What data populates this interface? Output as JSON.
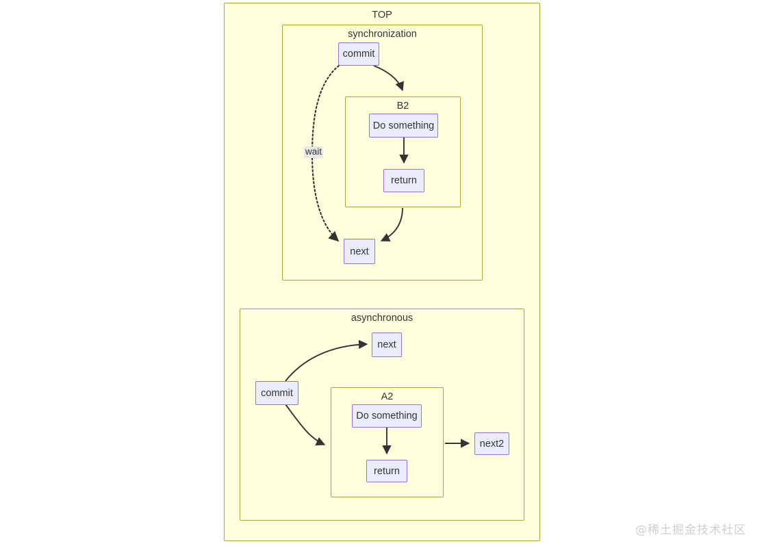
{
  "diagram": {
    "type": "flowchart",
    "background": "#ffffff",
    "cluster_fill": "#ffffde",
    "cluster_stroke": "#aaaa33",
    "node_fill": "#ececff",
    "node_stroke": "#9370db",
    "edge_stroke": "#333333",
    "clusters": [
      {
        "id": "top",
        "label": "TOP"
      },
      {
        "id": "synchronization",
        "label": "synchronization"
      },
      {
        "id": "b2",
        "label": "B2"
      },
      {
        "id": "asynchronous",
        "label": "asynchronous"
      },
      {
        "id": "a2",
        "label": "A2"
      }
    ],
    "nodes": [
      {
        "id": "sync-commit",
        "label": "commit"
      },
      {
        "id": "sync-do-something",
        "label": "Do something"
      },
      {
        "id": "sync-return",
        "label": "return"
      },
      {
        "id": "sync-next",
        "label": "next"
      },
      {
        "id": "async-commit",
        "label": "commit"
      },
      {
        "id": "async-next",
        "label": "next"
      },
      {
        "id": "async-do-something",
        "label": "Do something"
      },
      {
        "id": "async-return",
        "label": "return"
      },
      {
        "id": "async-next2",
        "label": "next2"
      }
    ],
    "edges": [
      {
        "id": "sync-commit-to-b2",
        "from": "sync-commit",
        "to": "b2",
        "label": "",
        "style": "solid"
      },
      {
        "id": "sync-commit-to-next",
        "from": "sync-commit",
        "to": "sync-next",
        "label": "wait",
        "style": "dotted"
      },
      {
        "id": "sync-do-to-return",
        "from": "sync-do-something",
        "to": "sync-return",
        "label": "",
        "style": "solid"
      },
      {
        "id": "sync-b2-to-next",
        "from": "b2",
        "to": "sync-next",
        "label": "",
        "style": "solid"
      },
      {
        "id": "async-commit-to-next",
        "from": "async-commit",
        "to": "async-next",
        "label": "",
        "style": "solid"
      },
      {
        "id": "async-commit-to-a2",
        "from": "async-commit",
        "to": "a2",
        "label": "",
        "style": "solid"
      },
      {
        "id": "async-do-to-return",
        "from": "async-do-something",
        "to": "async-return",
        "label": "",
        "style": "solid"
      },
      {
        "id": "async-a2-to-next2",
        "from": "a2",
        "to": "async-next2",
        "label": "",
        "style": "solid"
      }
    ]
  },
  "watermark": {
    "text": "@稀土掘金技术社区"
  }
}
